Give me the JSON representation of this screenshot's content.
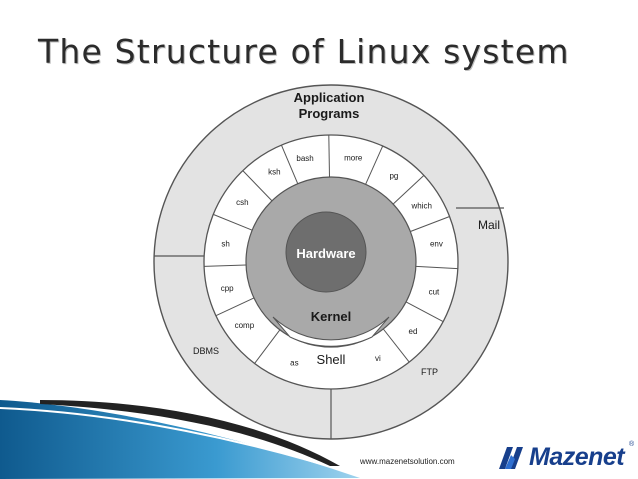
{
  "slide": {
    "title": "The Structure of Linux system",
    "website": "www.mazenetsolution.com",
    "logo_text": "Mazenet",
    "logo_reg_mark": "®"
  },
  "diagram": {
    "center_label": "Hardware",
    "kernel_label": "Kernel",
    "shell_label": "Shell",
    "shell_ring_programs": [
      "bash",
      "more",
      "pg",
      "which",
      "env",
      "cut",
      "ed",
      "vi",
      "as",
      "comp",
      "cpp",
      "sh",
      "csh",
      "ksh"
    ],
    "outer_ring": {
      "top_label_line1": "Application",
      "top_label_line2": "Programs",
      "mail_label": "Mail",
      "dbms_label": "DBMS",
      "ftp_label": "FTP"
    }
  },
  "colors": {
    "hardware_fill": "#6e6e6e",
    "kernel_fill": "#a9a9a9",
    "outer_ring_fill": "#e3e3e3",
    "ring_stroke": "#555555",
    "logo_blue": "#173f8c",
    "swoosh_blue": "#1b6fa8"
  }
}
